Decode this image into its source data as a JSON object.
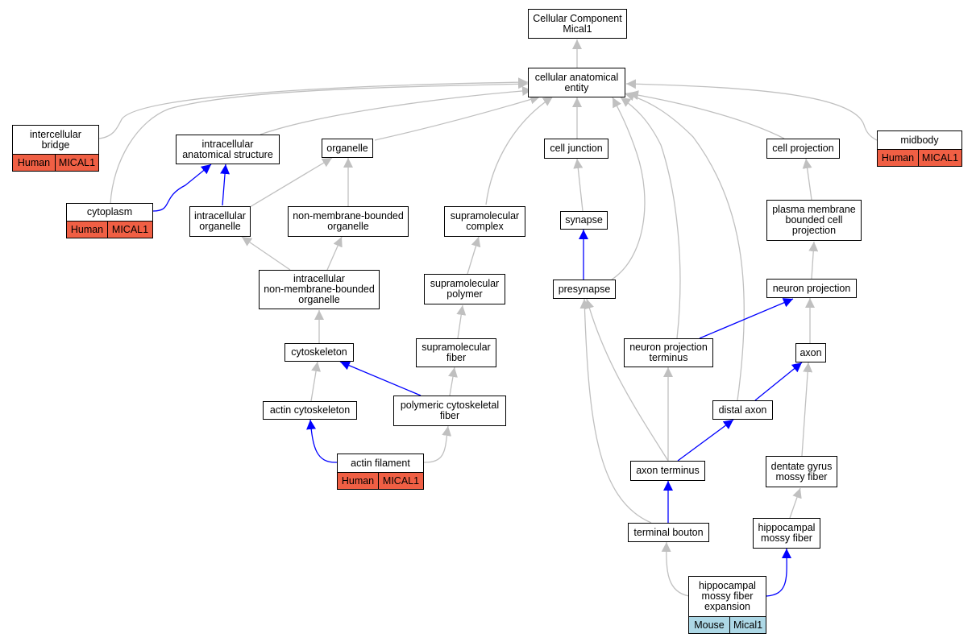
{
  "colors": {
    "gray_edge": "#c0c0c0",
    "blue_edge": "#0000ff",
    "human": "#f05f44",
    "mouse": "#add8e6"
  },
  "nodes": {
    "cellular_component": "Cellular Component\nMical1",
    "cellular_anatomical_entity": "cellular anatomical\nentity",
    "intercellular_bridge": "intercellular\nbridge",
    "intracellular_anatomical_structure": "intracellular\nanatomical structure",
    "organelle": "organelle",
    "cell_junction": "cell junction",
    "cell_projection": "cell projection",
    "midbody": "midbody",
    "cytoplasm": "cytoplasm",
    "intracellular_organelle": "intracellular\norganelle",
    "non_membrane_bounded_organelle": "non-membrane-bounded\norganelle",
    "supramolecular_complex": "supramolecular\ncomplex",
    "synapse": "synapse",
    "plasma_membrane_bounded_cell_projection": "plasma membrane\nbounded cell\nprojection",
    "intracellular_nmb_organelle": "intracellular\nnon-membrane-bounded\norganelle",
    "supramolecular_polymer": "supramolecular\npolymer",
    "presynapse": "presynapse",
    "neuron_projection": "neuron projection",
    "cytoskeleton": "cytoskeleton",
    "supramolecular_fiber": "supramolecular\nfiber",
    "neuron_projection_terminus": "neuron projection\nterminus",
    "axon": "axon",
    "actin_cytoskeleton": "actin cytoskeleton",
    "polymeric_cytoskeletal_fiber": "polymeric cytoskeletal\nfiber",
    "distal_axon": "distal axon",
    "actin_filament": "actin filament",
    "axon_terminus": "axon terminus",
    "dentate_gyrus_mossy_fiber": "dentate gyrus\nmossy fiber",
    "terminal_bouton": "terminal bouton",
    "hippocampal_mossy_fiber": "hippocampal\nmossy fiber",
    "hippocampal_mossy_fiber_expansion": "hippocampal\nmossy fiber\nexpansion"
  },
  "tags": {
    "intercellular_bridge": [
      "Human",
      "MICAL1"
    ],
    "midbody": [
      "Human",
      "MICAL1"
    ],
    "cytoplasm": [
      "Human",
      "MICAL1"
    ],
    "actin_filament": [
      "Human",
      "MICAL1"
    ],
    "hippocampal_mossy_fiber_expansion": [
      "Mouse",
      "Mical1"
    ]
  }
}
